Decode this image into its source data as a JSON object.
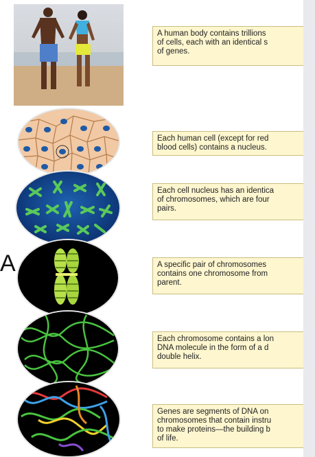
{
  "captions": [
    "A human body contains trillions\nof cells, each with an identical s\nof genes.",
    "Each human cell (except for red\nblood cells) contains a nucleus.",
    "Each cell nucleus has an identica\nof chromosomes, which are four\npairs.",
    "A specific pair of chromosomes\ncontains one chromosome from\nparent.",
    "Each chromosome contains a lon\nDNA molecule in the form of a d\ndouble helix.",
    "Genes are segments of DNA on\nchromosomes that contain instru\nto make proteins—the building b\nof life."
  ],
  "stray_glyph": "A",
  "colors": {
    "caption_bg": "#fdf6cf",
    "cell_bg": "#f1c9a4",
    "nucleus": "#1f5aa6",
    "chromosome_bg": "#0b2f6e",
    "chromosome": "#59c95a",
    "dna": "#49c33f"
  }
}
